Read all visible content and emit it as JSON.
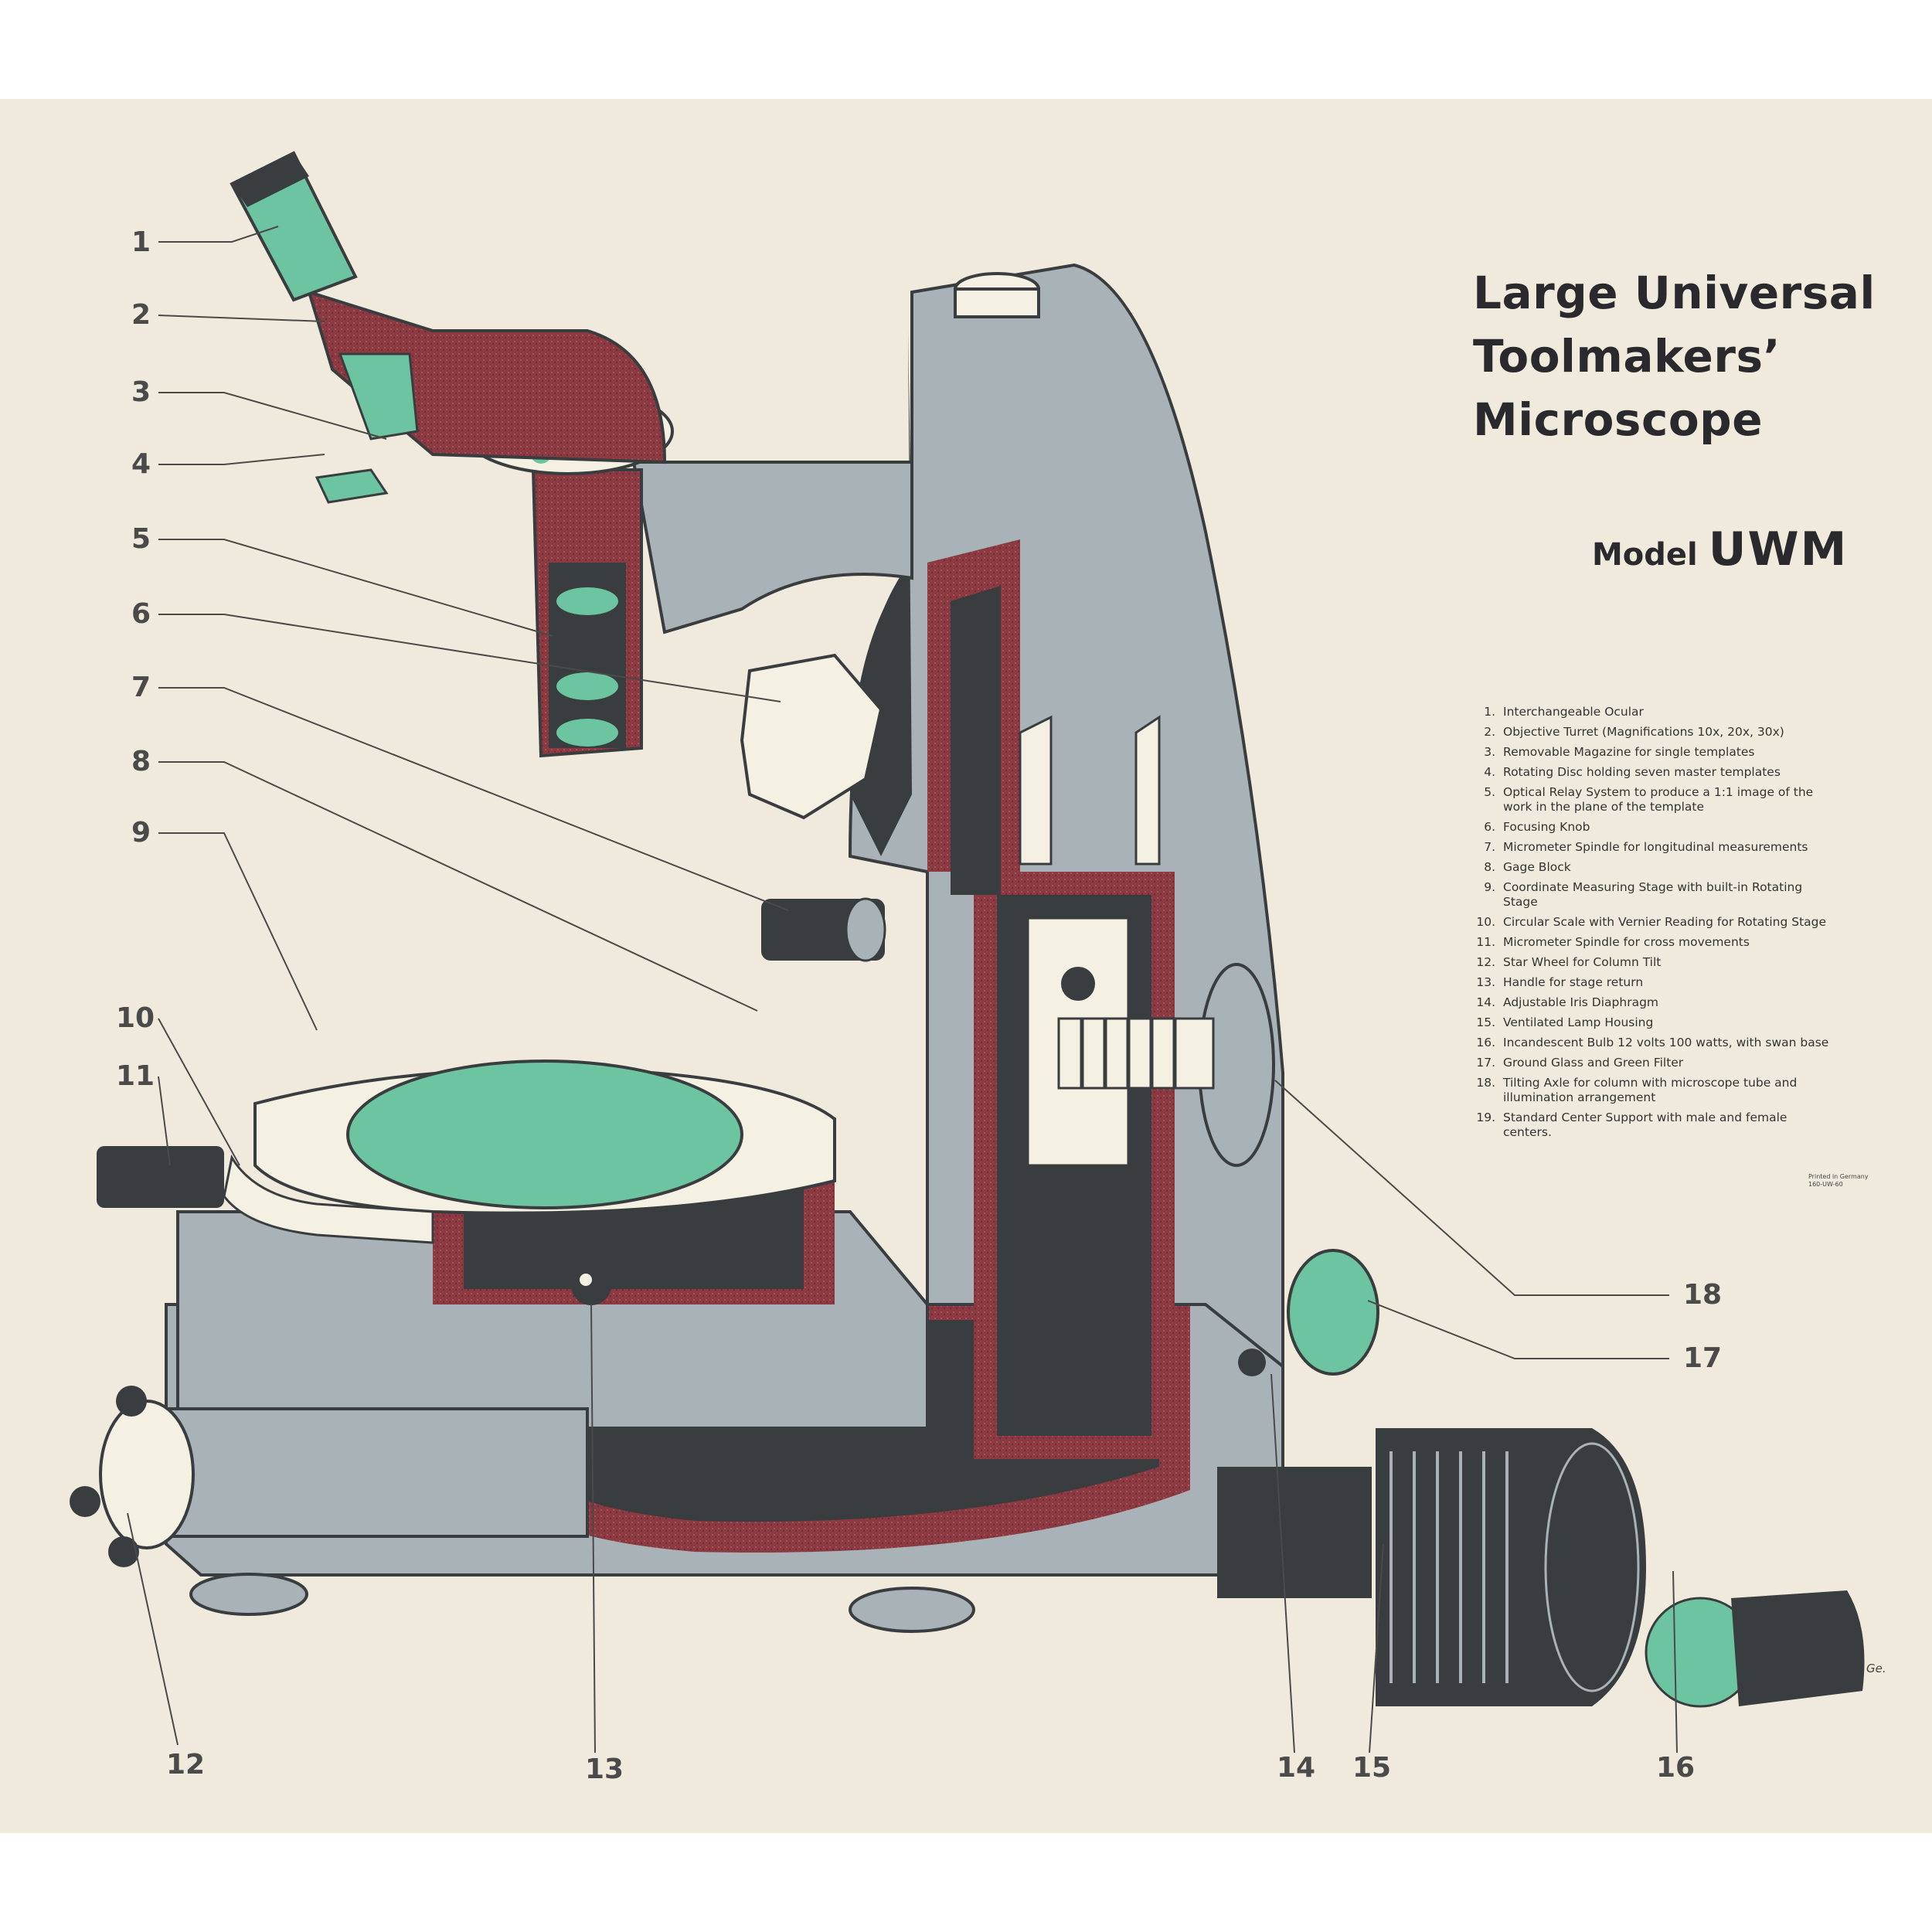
{
  "title": {
    "line1": "Large Universal",
    "line2": "Toolmakers’",
    "line3": "Microscope"
  },
  "model": {
    "word": "Model",
    "code": "UWM"
  },
  "legend": [
    {
      "num": "1.",
      "text": "Interchangeable Ocular"
    },
    {
      "num": "2.",
      "text": "Objective Turret (Magnifications 10x, 20x, 30x)"
    },
    {
      "num": "3.",
      "text": "Removable Magazine for single templates"
    },
    {
      "num": "4.",
      "text": "Rotating Disc holding seven master templates"
    },
    {
      "num": "5.",
      "text": "Optical Relay System to produce a 1:1 image of the work in the plane of the template"
    },
    {
      "num": "6.",
      "text": "Focusing Knob"
    },
    {
      "num": "7.",
      "text": "Micrometer Spindle for longitudinal measurements"
    },
    {
      "num": "8.",
      "text": "Gage Block"
    },
    {
      "num": "9.",
      "text": "Coordinate Measuring Stage with built-in Rotating Stage"
    },
    {
      "num": "10.",
      "text": "Circular Scale with Vernier Reading for Rotating Stage"
    },
    {
      "num": "11.",
      "text": "Micrometer Spindle for cross movements"
    },
    {
      "num": "12.",
      "text": "Star Wheel for Column Tilt"
    },
    {
      "num": "13.",
      "text": "Handle for stage return"
    },
    {
      "num": "14.",
      "text": "Adjustable Iris Diaphragm"
    },
    {
      "num": "15.",
      "text": "Ventilated Lamp Housing"
    },
    {
      "num": "16.",
      "text": "Incandescent Bulb 12 volts 100 watts, with swan base"
    },
    {
      "num": "17.",
      "text": "Ground Glass and Green Filter"
    },
    {
      "num": "18.",
      "text": "Tilting Axle for column with microscope tube and illumination arrangement"
    },
    {
      "num": "19.",
      "text": "Standard Center Support with male and female centers."
    }
  ],
  "callouts": [
    "1",
    "2",
    "3",
    "4",
    "5",
    "6",
    "7",
    "8",
    "9",
    "10",
    "11",
    "12",
    "13",
    "14",
    "15",
    "16",
    "17",
    "18"
  ],
  "printed_note": {
    "line1": "Printed in Germany",
    "line2": "160-UW-60"
  },
  "signature": "Ge.",
  "colors": {
    "paper": "#efeadb",
    "machine_gray": "#a9b2b6",
    "cutaway_red": "#8a3a40",
    "glass_green": "#6cc4a0",
    "shadow_dark": "#3a3d40",
    "light_part": "#f4f0e2"
  }
}
